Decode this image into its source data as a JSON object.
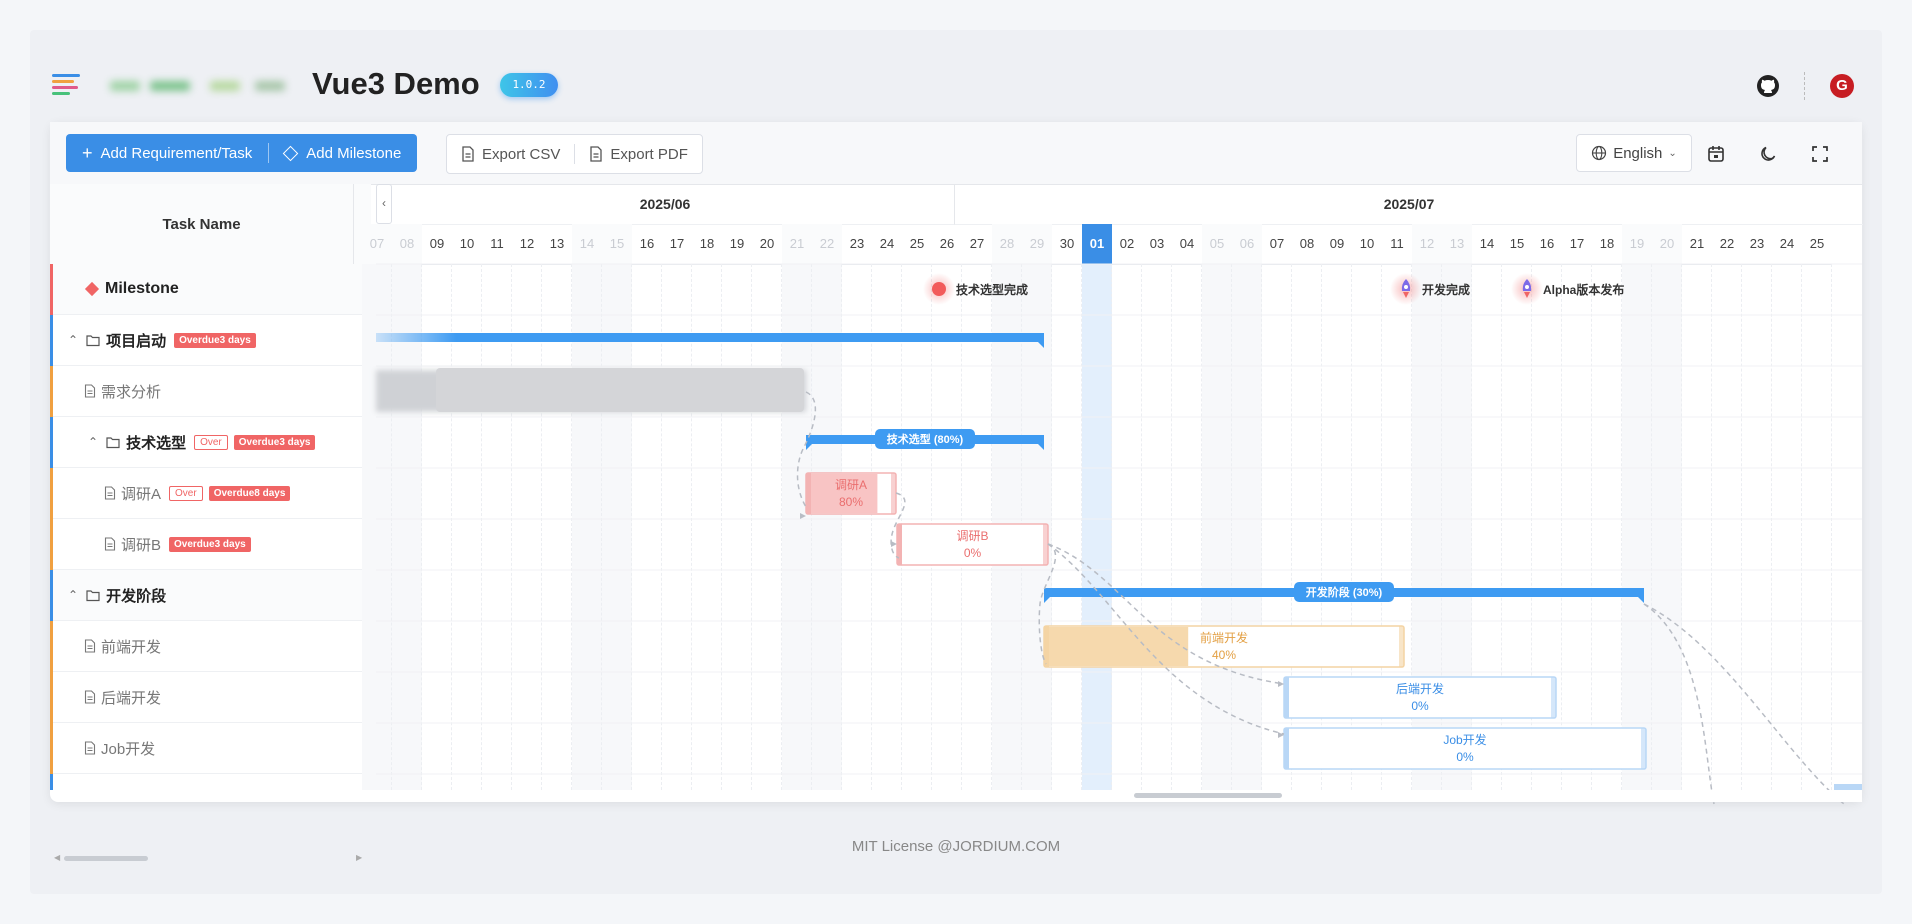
{
  "header": {
    "app_title": "Vue3 Demo",
    "version": "1.0.2",
    "icons": [
      "menu-icon",
      "github-icon",
      "gitee-icon"
    ]
  },
  "toolbar": {
    "add_task": "Add Requirement/Task",
    "add_milestone": "Add Milestone",
    "export_csv": "Export CSV",
    "export_pdf": "Export PDF",
    "language": "English"
  },
  "grid": {
    "task_name_header": "Task Name",
    "rows": [
      {
        "name": "Milestone",
        "type": "milestone",
        "tags": []
      },
      {
        "name": "项目启动",
        "type": "group",
        "tags": [
          {
            "text": "Overdue3 days",
            "style": "red"
          }
        ]
      },
      {
        "name": "需求分析",
        "type": "task",
        "tags": []
      },
      {
        "name": "技术选型",
        "type": "group",
        "tags": [
          {
            "text": "Over",
            "style": "outline"
          },
          {
            "text": "Overdue3 days",
            "style": "red"
          }
        ]
      },
      {
        "name": "调研A",
        "type": "task",
        "tags": [
          {
            "text": "Over",
            "style": "outline"
          },
          {
            "text": "Overdue8 days",
            "style": "red"
          }
        ]
      },
      {
        "name": "调研B",
        "type": "task",
        "tags": [
          {
            "text": "Overdue3 days",
            "style": "red"
          }
        ]
      },
      {
        "name": "开发阶段",
        "type": "group",
        "tags": []
      },
      {
        "name": "前端开发",
        "type": "task",
        "tags": []
      },
      {
        "name": "后端开发",
        "type": "task",
        "tags": []
      },
      {
        "name": "Job开发",
        "type": "task",
        "tags": []
      }
    ]
  },
  "timeline": {
    "months": [
      "2025/06",
      "2025/07"
    ],
    "june_days": [
      "07",
      "08",
      "09",
      "10",
      "11",
      "12",
      "13",
      "14",
      "15",
      "16",
      "17",
      "18",
      "19",
      "20",
      "21",
      "22",
      "23",
      "24",
      "25",
      "26",
      "27",
      "28",
      "29",
      "30"
    ],
    "july_days": [
      "01",
      "02",
      "03",
      "04",
      "05",
      "06",
      "07",
      "08",
      "09",
      "10",
      "11",
      "12",
      "13",
      "14",
      "15",
      "16",
      "17",
      "18",
      "19",
      "20",
      "21",
      "22",
      "23",
      "24",
      "25"
    ],
    "today": "01",
    "milestones": [
      {
        "label": "技术选型完成",
        "icon": "milestone-dot-icon"
      },
      {
        "label": "开发完成",
        "icon": "rocket-icon"
      },
      {
        "label": "Alpha版本发布",
        "icon": "rocket-icon"
      }
    ],
    "bars": [
      {
        "name": "项目启动",
        "label": ""
      },
      {
        "name": "需求分析",
        "label": ""
      },
      {
        "name": "技术选型",
        "label": "技术选型 (80%)"
      },
      {
        "name": "调研A",
        "label": "调研A",
        "percent": "80%"
      },
      {
        "name": "调研B",
        "label": "调研B",
        "percent": "0%"
      },
      {
        "name": "开发阶段",
        "label": "开发阶段 (30%)"
      },
      {
        "name": "前端开发",
        "label": "前端开发",
        "percent": "40%"
      },
      {
        "name": "后端开发",
        "label": "后端开发",
        "percent": "0%"
      },
      {
        "name": "Job开发",
        "label": "Job开发",
        "percent": "0%"
      }
    ]
  },
  "footer": {
    "text": "MIT License @JORDIUM.COM"
  },
  "colors": {
    "primary": "#3a8ee6",
    "overdue": "#f06565",
    "group_bar": "#3e9bf2",
    "task_red": "#f7b8b8",
    "task_orange": "#f6d7a7",
    "task_blue": "#dbeafc"
  }
}
